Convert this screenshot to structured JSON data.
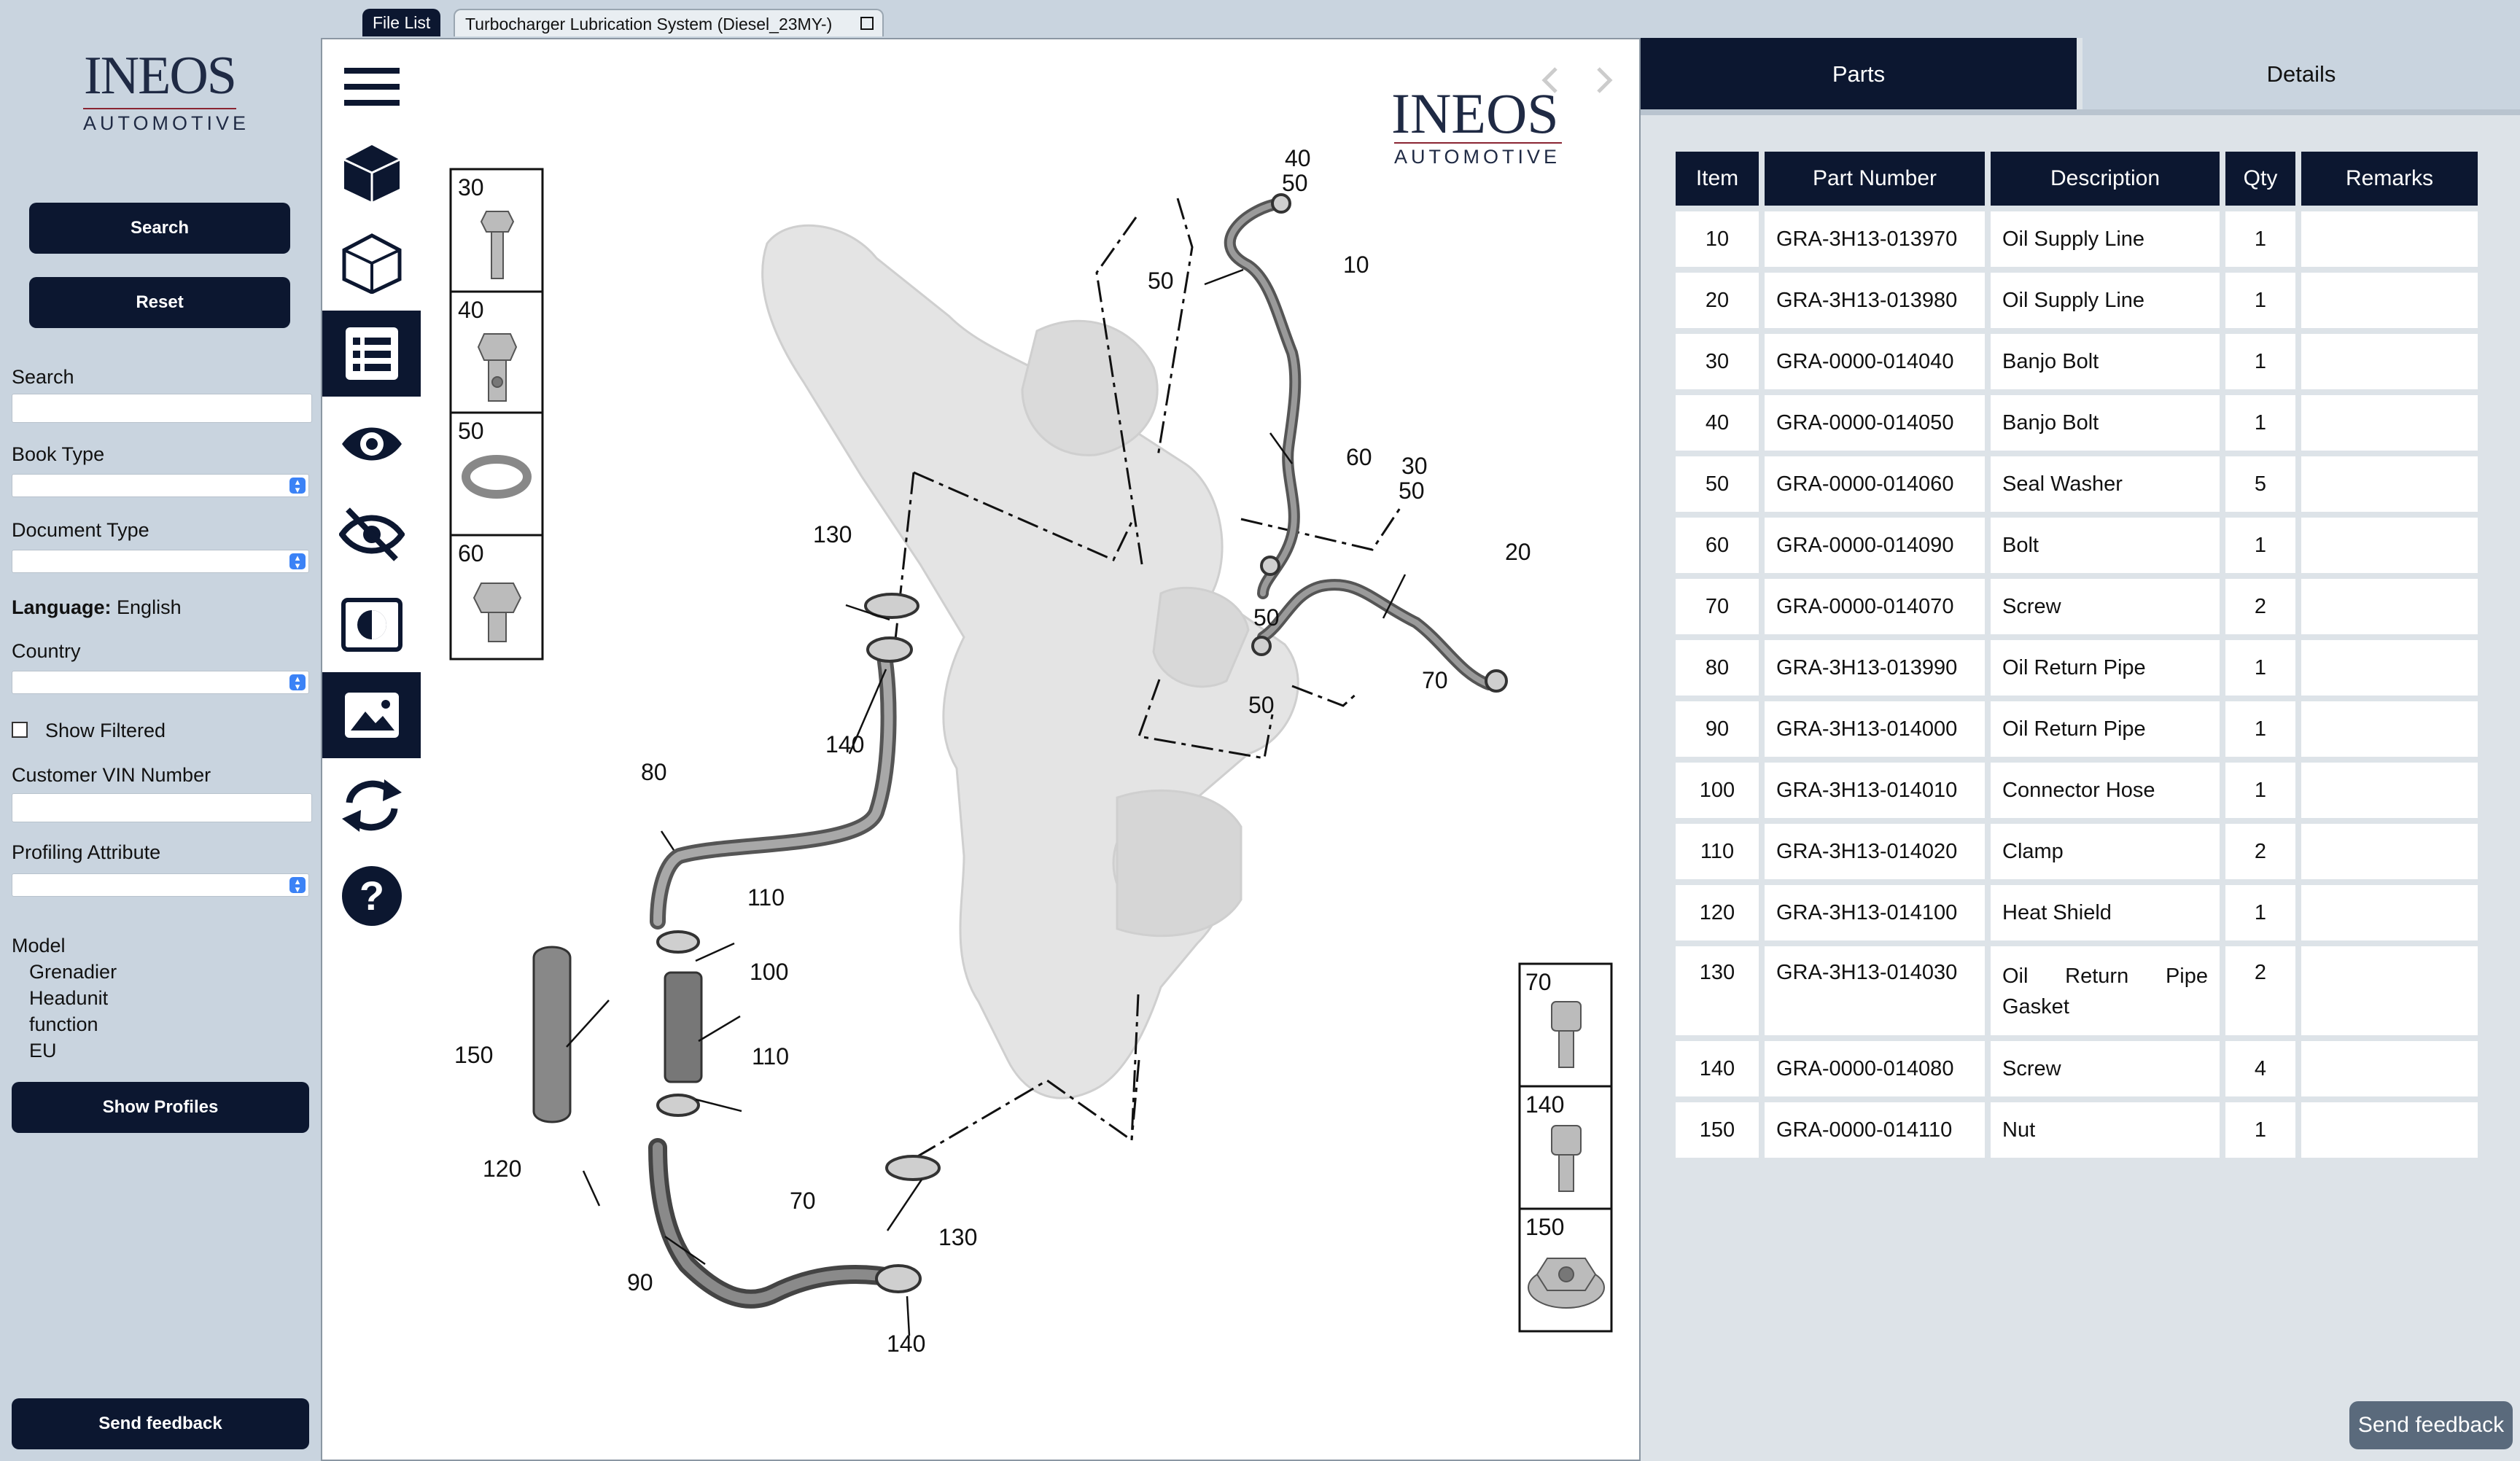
{
  "brand": {
    "name": "INEOS",
    "sub": "AUTOMOTIVE"
  },
  "sidebar": {
    "search_button": "Search",
    "reset_button": "Reset",
    "search_label": "Search",
    "search_value": "",
    "book_type_label": "Book Type",
    "document_type_label": "Document Type",
    "language_label": "Language:",
    "language_value": "English",
    "country_label": "Country",
    "show_filtered_label": "Show Filtered",
    "vin_label": "Customer VIN Number",
    "profiling_label": "Profiling Attribute",
    "model_label": "Model",
    "model_values": [
      "Grenadier",
      "Headunit",
      "function",
      "EU"
    ],
    "show_profiles_button": "Show  Profiles",
    "feedback_button": "Send feedback"
  },
  "tabs": {
    "file_list": "File List",
    "active": "Turbocharger Lubrication System (Diesel_23MY-)"
  },
  "toolbar_icons": [
    "menu-icon",
    "cube-icon",
    "wireframe-cube-icon",
    "parts-list-icon",
    "eye-icon",
    "eye-off-icon",
    "highlight-icon",
    "image-icon",
    "refresh-icon",
    "help-icon"
  ],
  "drawing": {
    "callouts": [
      "40",
      "50",
      "10",
      "50",
      "60",
      "30",
      "50",
      "20",
      "130",
      "50",
      "50",
      "70",
      "140",
      "80",
      "110",
      "100",
      "110",
      "150",
      "120",
      "70",
      "130",
      "90",
      "140"
    ],
    "legend_left": [
      "30",
      "40",
      "50",
      "60"
    ],
    "legend_right": [
      "70",
      "140",
      "150"
    ]
  },
  "right": {
    "tabs": {
      "parts": "Parts",
      "details": "Details"
    },
    "columns": [
      "Item",
      "Part Number",
      "Description",
      "Qty",
      "Remarks"
    ],
    "rows": [
      {
        "item": "10",
        "part": "GRA-3H13-013970",
        "desc": "Oil Supply Line",
        "qty": "1",
        "remarks": ""
      },
      {
        "item": "20",
        "part": "GRA-3H13-013980",
        "desc": "Oil Supply Line",
        "qty": "1",
        "remarks": ""
      },
      {
        "item": "30",
        "part": "GRA-0000-014040",
        "desc": "Banjo Bolt",
        "qty": "1",
        "remarks": ""
      },
      {
        "item": "40",
        "part": "GRA-0000-014050",
        "desc": "Banjo Bolt",
        "qty": "1",
        "remarks": ""
      },
      {
        "item": "50",
        "part": "GRA-0000-014060",
        "desc": "Seal Washer",
        "qty": "5",
        "remarks": ""
      },
      {
        "item": "60",
        "part": "GRA-0000-014090",
        "desc": "Bolt",
        "qty": "1",
        "remarks": ""
      },
      {
        "item": "70",
        "part": "GRA-0000-014070",
        "desc": "Screw",
        "qty": "2",
        "remarks": ""
      },
      {
        "item": "80",
        "part": "GRA-3H13-013990",
        "desc": "Oil Return Pipe",
        "qty": "1",
        "remarks": ""
      },
      {
        "item": "90",
        "part": "GRA-3H13-014000",
        "desc": "Oil Return Pipe",
        "qty": "1",
        "remarks": ""
      },
      {
        "item": "100",
        "part": "GRA-3H13-014010",
        "desc": "Connector Hose",
        "qty": "1",
        "remarks": ""
      },
      {
        "item": "110",
        "part": "GRA-3H13-014020",
        "desc": "Clamp",
        "qty": "2",
        "remarks": ""
      },
      {
        "item": "120",
        "part": "GRA-3H13-014100",
        "desc": "Heat Shield",
        "qty": "1",
        "remarks": ""
      },
      {
        "item": "130",
        "part": "GRA-3H13-014030",
        "desc": "Oil Return Pipe Gasket",
        "qty": "2",
        "remarks": ""
      },
      {
        "item": "140",
        "part": "GRA-0000-014080",
        "desc": "Screw",
        "qty": "4",
        "remarks": ""
      },
      {
        "item": "150",
        "part": "GRA-0000-014110",
        "desc": "Nut",
        "qty": "1",
        "remarks": ""
      }
    ],
    "feedback_button": "Send feedback"
  },
  "colors": {
    "navy": "#0c1730",
    "sidebar_bg": "#c9d4df",
    "panel_bg": "#dde3e8",
    "brand_red": "#8a2432"
  }
}
